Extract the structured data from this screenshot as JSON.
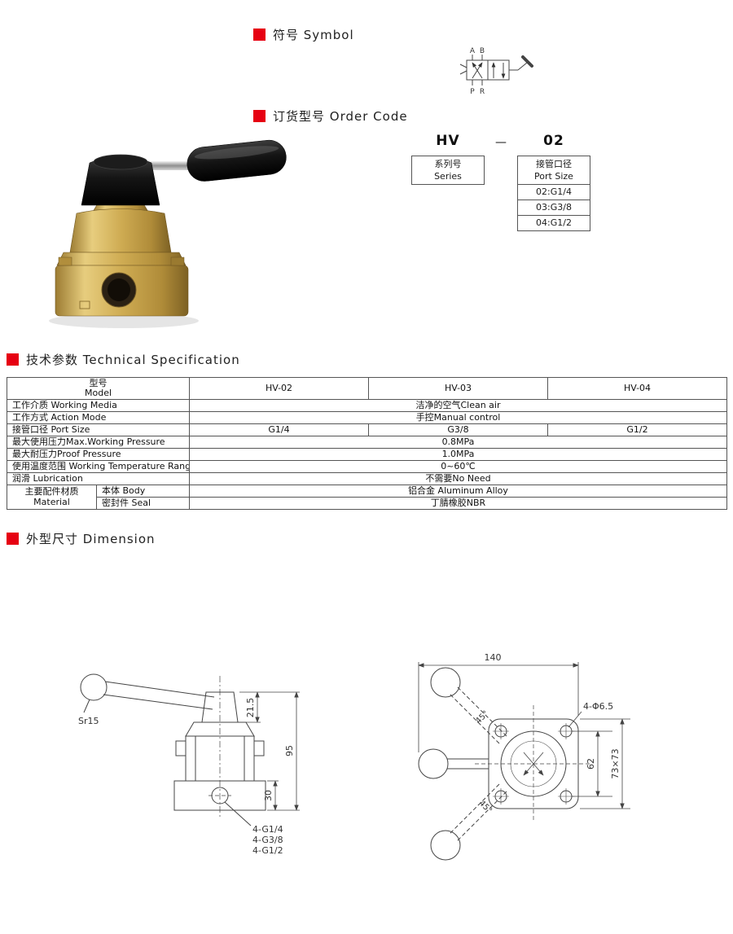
{
  "page": {
    "accent_color": "#e60012",
    "background": "#ffffff"
  },
  "headings": {
    "symbol": "符号 Symbol",
    "order_code": "订货型号 Order Code",
    "tech_spec": "技术参数 Technical Specification",
    "dimension": "外型尺寸 Dimension"
  },
  "symbol": {
    "ports_top": [
      "A",
      "B"
    ],
    "ports_bottom": [
      "P",
      "R"
    ]
  },
  "order_code": {
    "series_value": "HV",
    "separator": "—",
    "size_value": "02",
    "series_box": {
      "cn": "系列号",
      "en": "Series"
    },
    "port_box": {
      "cn": "接管口径",
      "en": "Port Size"
    },
    "port_options": [
      "02:G1/4",
      "03:G3/8",
      "04:G1/2"
    ]
  },
  "spec_table": {
    "model_header": {
      "cn": "型号",
      "en": "Model"
    },
    "columns": [
      "HV-02",
      "HV-03",
      "HV-04"
    ],
    "rows": {
      "working_media": {
        "label": "工作介质 Working Media",
        "value": "洁净的空气Clean air"
      },
      "action_mode": {
        "label": "工作方式 Action Mode",
        "value": "手控Manual control"
      },
      "port_size": {
        "label": "接管口径 Port Size",
        "values": [
          "G1/4",
          "G3/8",
          "G1/2"
        ]
      },
      "max_working_pressure": {
        "label": "最大使用压力Max.Working Pressure",
        "value": "0.8MPa"
      },
      "proof_pressure": {
        "label": "最大耐压力Proof Pressure",
        "value": "1.0MPa"
      },
      "temperature_range": {
        "label": "使用温度范围 Working Temperature Range",
        "value": "0~60℃"
      },
      "lubrication": {
        "label": "润滑 Lubrication",
        "value": "不需要No Need"
      },
      "material": {
        "label_cn": "主要配件材质",
        "label_en": "Material",
        "body_label": "本体 Body",
        "body_value": "铝合金 Aluminum Alloy",
        "seal_label": "密封件 Seal",
        "seal_value": "丁腈橡胶NBR"
      }
    }
  },
  "dimension_left": {
    "sphere_radius": "Sr15",
    "knob_height": "21.5",
    "total_height": "95",
    "base_height": "30",
    "port_labels": [
      "4-G1/4",
      "4-G3/8",
      "4-G1/2"
    ]
  },
  "dimension_right": {
    "total_length": "140",
    "mounting_holes": "4-Φ6.5",
    "angle_upper": "45°",
    "angle_lower": "45°",
    "hole_spacing": "62",
    "body_size": "73×73"
  }
}
